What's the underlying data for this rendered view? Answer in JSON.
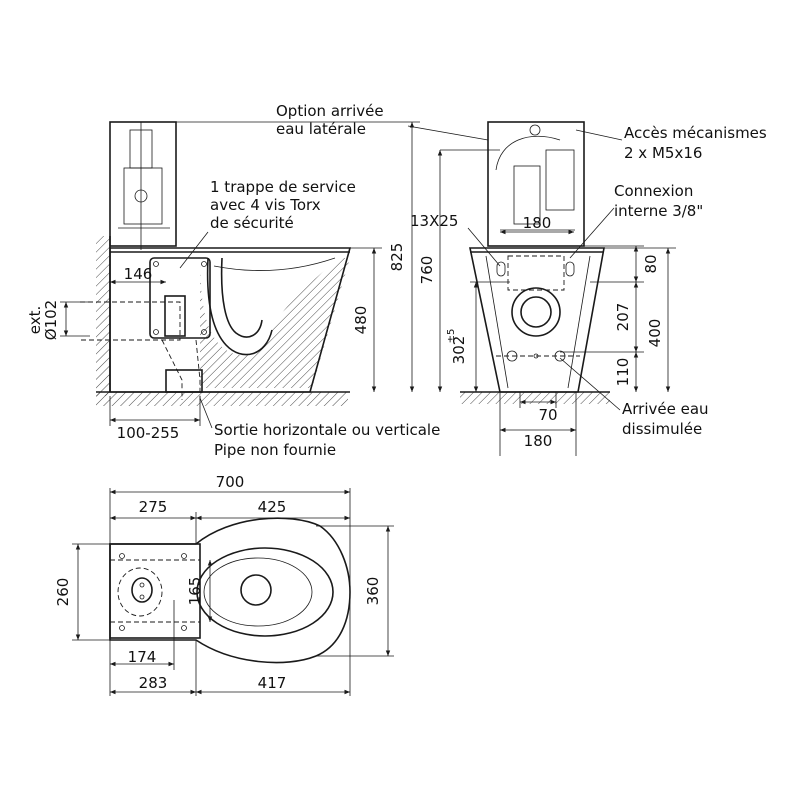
{
  "callouts": {
    "side_inlet": [
      "Option arrivée",
      "eau latérale"
    ],
    "service_hatch": [
      "1 trappe de service",
      "avec 4 vis Torx",
      "de sécurité"
    ],
    "mech_access": [
      "Accès mécanismes",
      "2 x M5x16"
    ],
    "internal_connection": [
      "Connexion",
      "interne 3/8\""
    ],
    "outlet": [
      "Sortie horizontale ou verticale",
      "Pipe non fournie"
    ],
    "hidden_inlet": [
      "Arrivée eau",
      "dissimulée"
    ]
  },
  "dimensions": {
    "side_outlet_diameter": "ext.",
    "side_outlet_diameter_value": "Ø102",
    "side_146": "146",
    "side_480": "480",
    "side_825": "825",
    "side_100_255": "100-255",
    "front_760": "760",
    "front_13x25": "13X25",
    "front_180_top": "180",
    "front_80": "80",
    "front_207": "207",
    "front_400": "400",
    "front_302": "302",
    "front_302_tol": "±5",
    "front_110": "110",
    "front_70": "70",
    "front_180_bottom": "180",
    "top_700": "700",
    "top_275": "275",
    "top_425": "425",
    "top_260": "260",
    "top_165": "165",
    "top_360": "360",
    "top_174": "174",
    "top_283": "283",
    "top_417": "417"
  }
}
